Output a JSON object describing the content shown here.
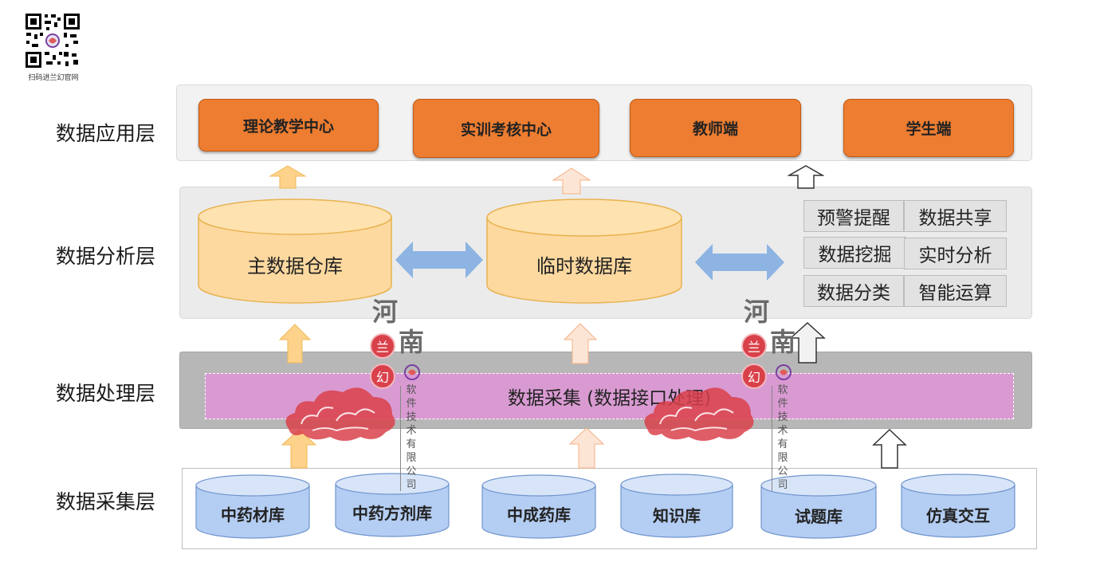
{
  "qr": {
    "caption": "扫码进兰幻官网"
  },
  "layers": {
    "application": "数据应用层",
    "analysis": "数据分析层",
    "processing": "数据处理层",
    "collection": "数据采集层"
  },
  "application_modules": [
    "理论教学中心",
    "实训考核中心",
    "教师端",
    "学生端"
  ],
  "analysis": {
    "main_warehouse": "主数据仓库",
    "temp_db": "临时数据库",
    "features": [
      "预警提醒",
      "数据共享",
      "数据挖掘",
      "实时分析",
      "数据分类",
      "智能运算"
    ]
  },
  "processing": {
    "collection_bar": "数据采集 (数据接口处理)"
  },
  "sources": [
    "中药材库",
    "中药方剂库",
    "中成药库",
    "知识库",
    "试题库",
    "仿真交互"
  ],
  "watermark": {
    "province_1": "河",
    "province_2": "南",
    "badge_1": "兰",
    "badge_2": "幻",
    "company": "软件技术有限公司"
  },
  "colors": {
    "module_orange": "#ed7d31",
    "warehouse_yellow": "#fdd9a0",
    "collection_pink": "#d99ad2",
    "source_blue": "#b4cdf2",
    "arrow_blue": "#8db4e2"
  }
}
